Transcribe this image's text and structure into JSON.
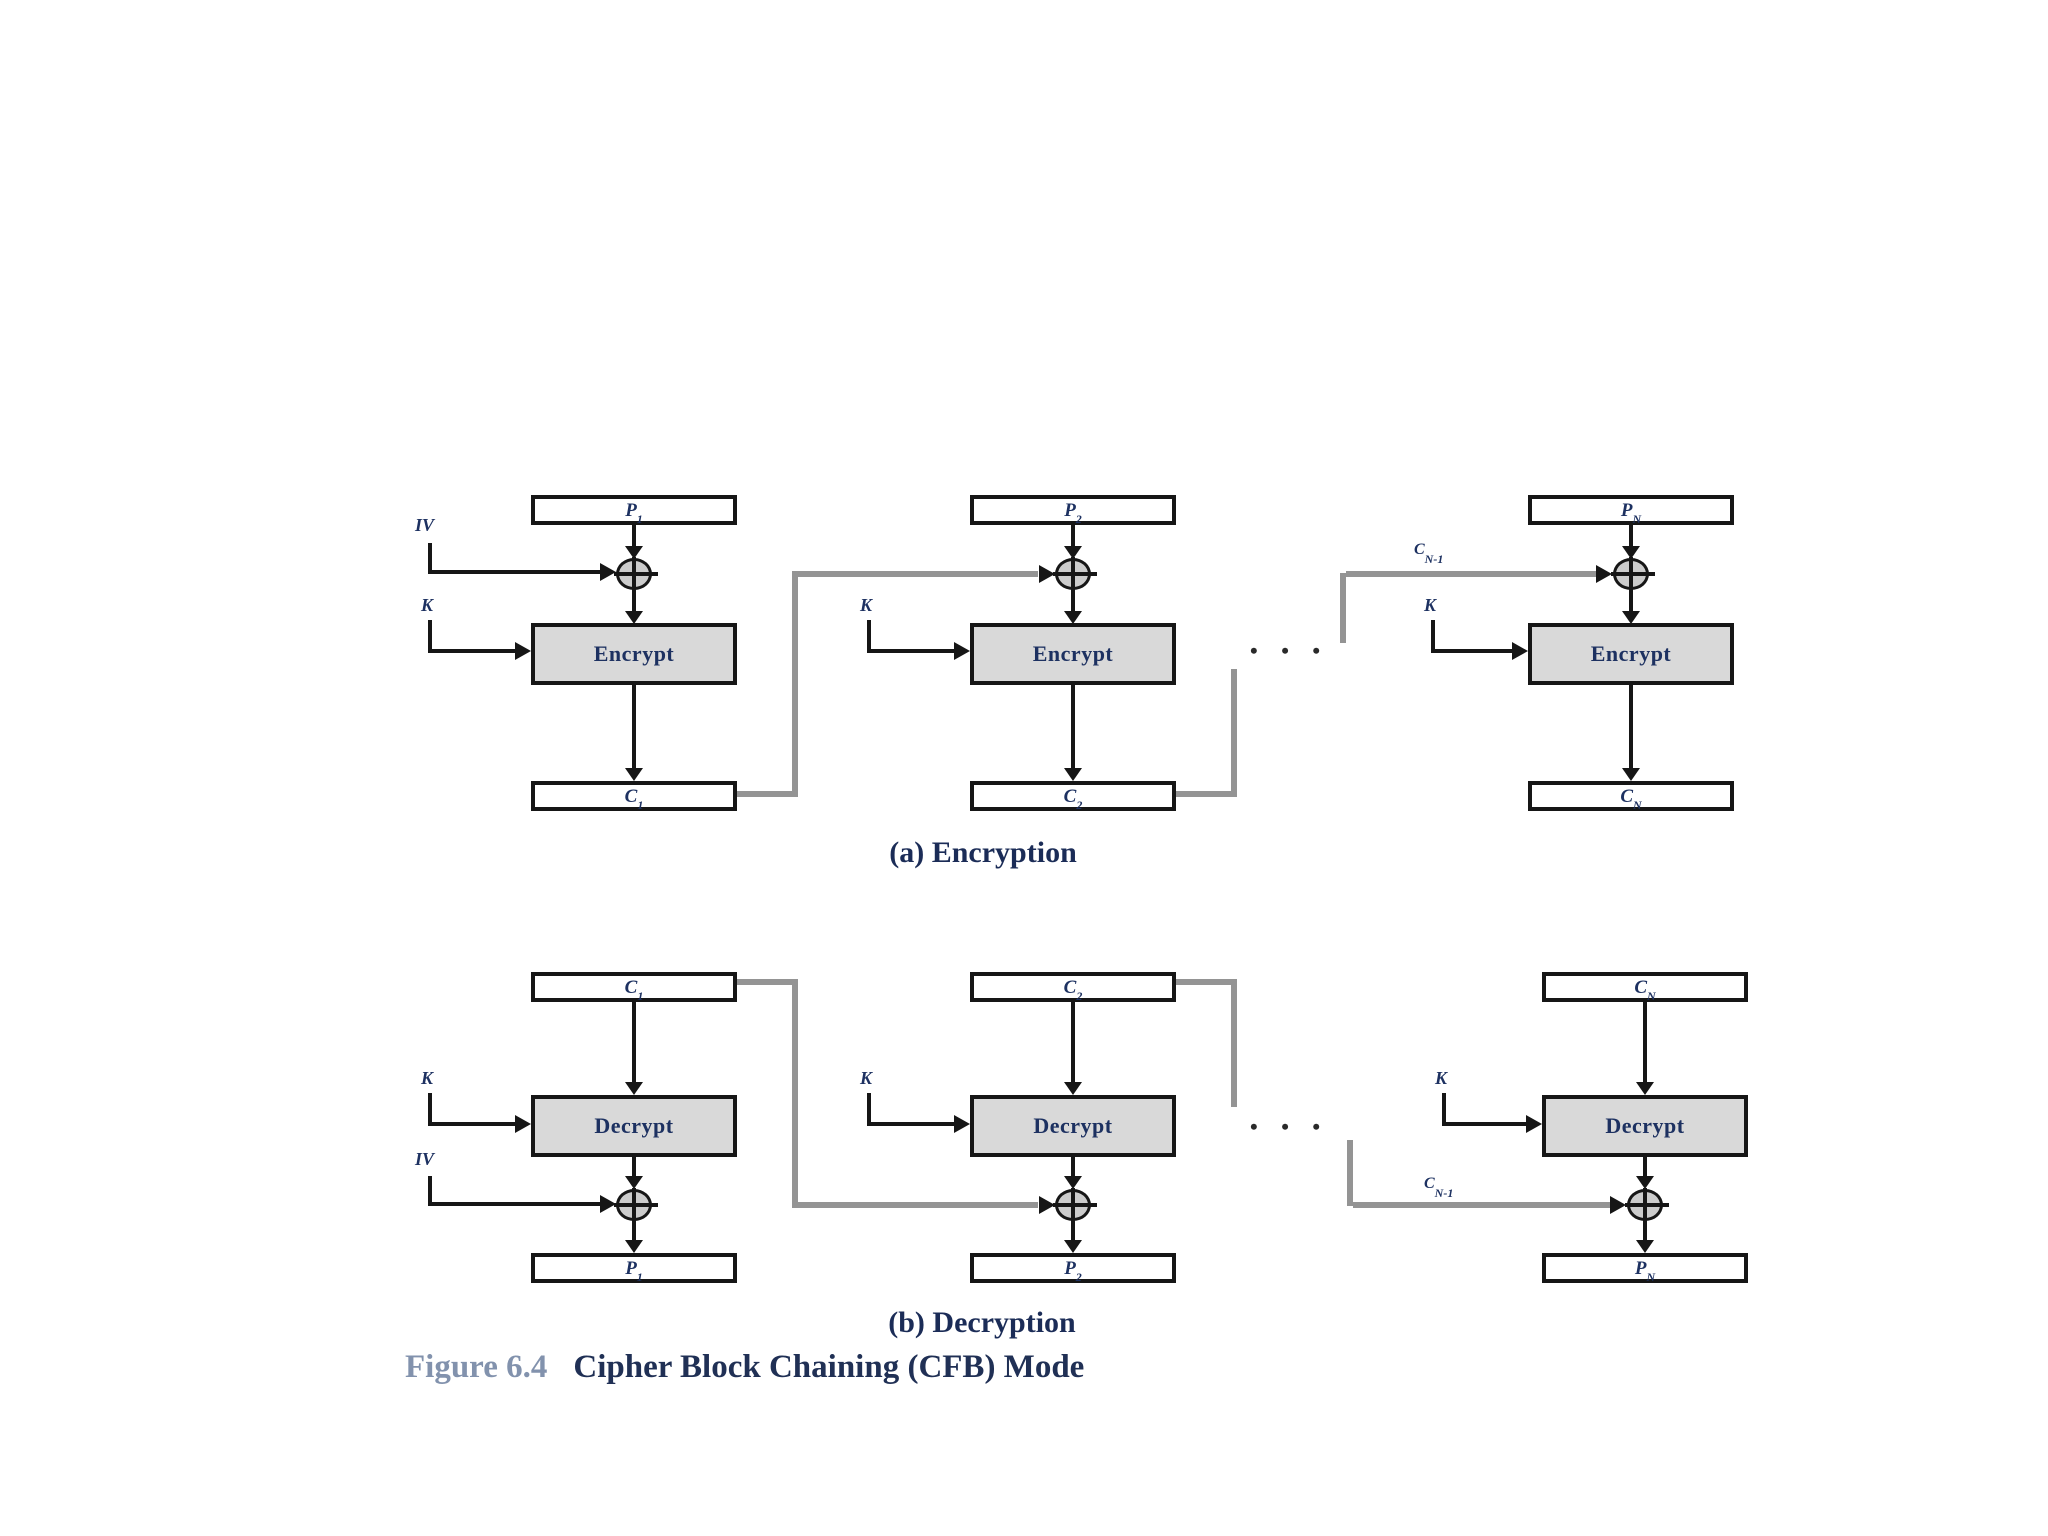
{
  "figure_caption": {
    "prefix": "Figure 6.4",
    "title": "Cipher Block Chaining (CFB) Mode"
  },
  "colors": {
    "label_navy": "#1d3161",
    "line_black": "#161616",
    "chain_gray": "#949494",
    "block_fill": "#d9d9d9",
    "figure_prefix_gray": "#8292ad"
  },
  "sections": {
    "encryption": {
      "caption": "(a) Encryption",
      "block_label": "Encrypt",
      "iv_label": "IV",
      "key_label": "K",
      "chain_label_base": "C",
      "chain_label_sub": "N-1",
      "ellipsis": "• • •",
      "columns": [
        {
          "input_base": "P",
          "input_sub": "1",
          "output_base": "C",
          "output_sub": "1"
        },
        {
          "input_base": "P",
          "input_sub": "2",
          "output_base": "C",
          "output_sub": "2"
        },
        {
          "input_base": "P",
          "input_sub": "N",
          "output_base": "C",
          "output_sub": "N"
        }
      ]
    },
    "decryption": {
      "caption": "(b) Decryption",
      "block_label": "Decrypt",
      "iv_label": "IV",
      "key_label": "K",
      "chain_label_base": "C",
      "chain_label_sub": "N-1",
      "ellipsis": "• • •",
      "columns": [
        {
          "input_base": "C",
          "input_sub": "1",
          "output_base": "P",
          "output_sub": "1"
        },
        {
          "input_base": "C",
          "input_sub": "2",
          "output_base": "P",
          "output_sub": "2"
        },
        {
          "input_base": "C",
          "input_sub": "N",
          "output_base": "P",
          "output_sub": "N"
        }
      ]
    }
  }
}
